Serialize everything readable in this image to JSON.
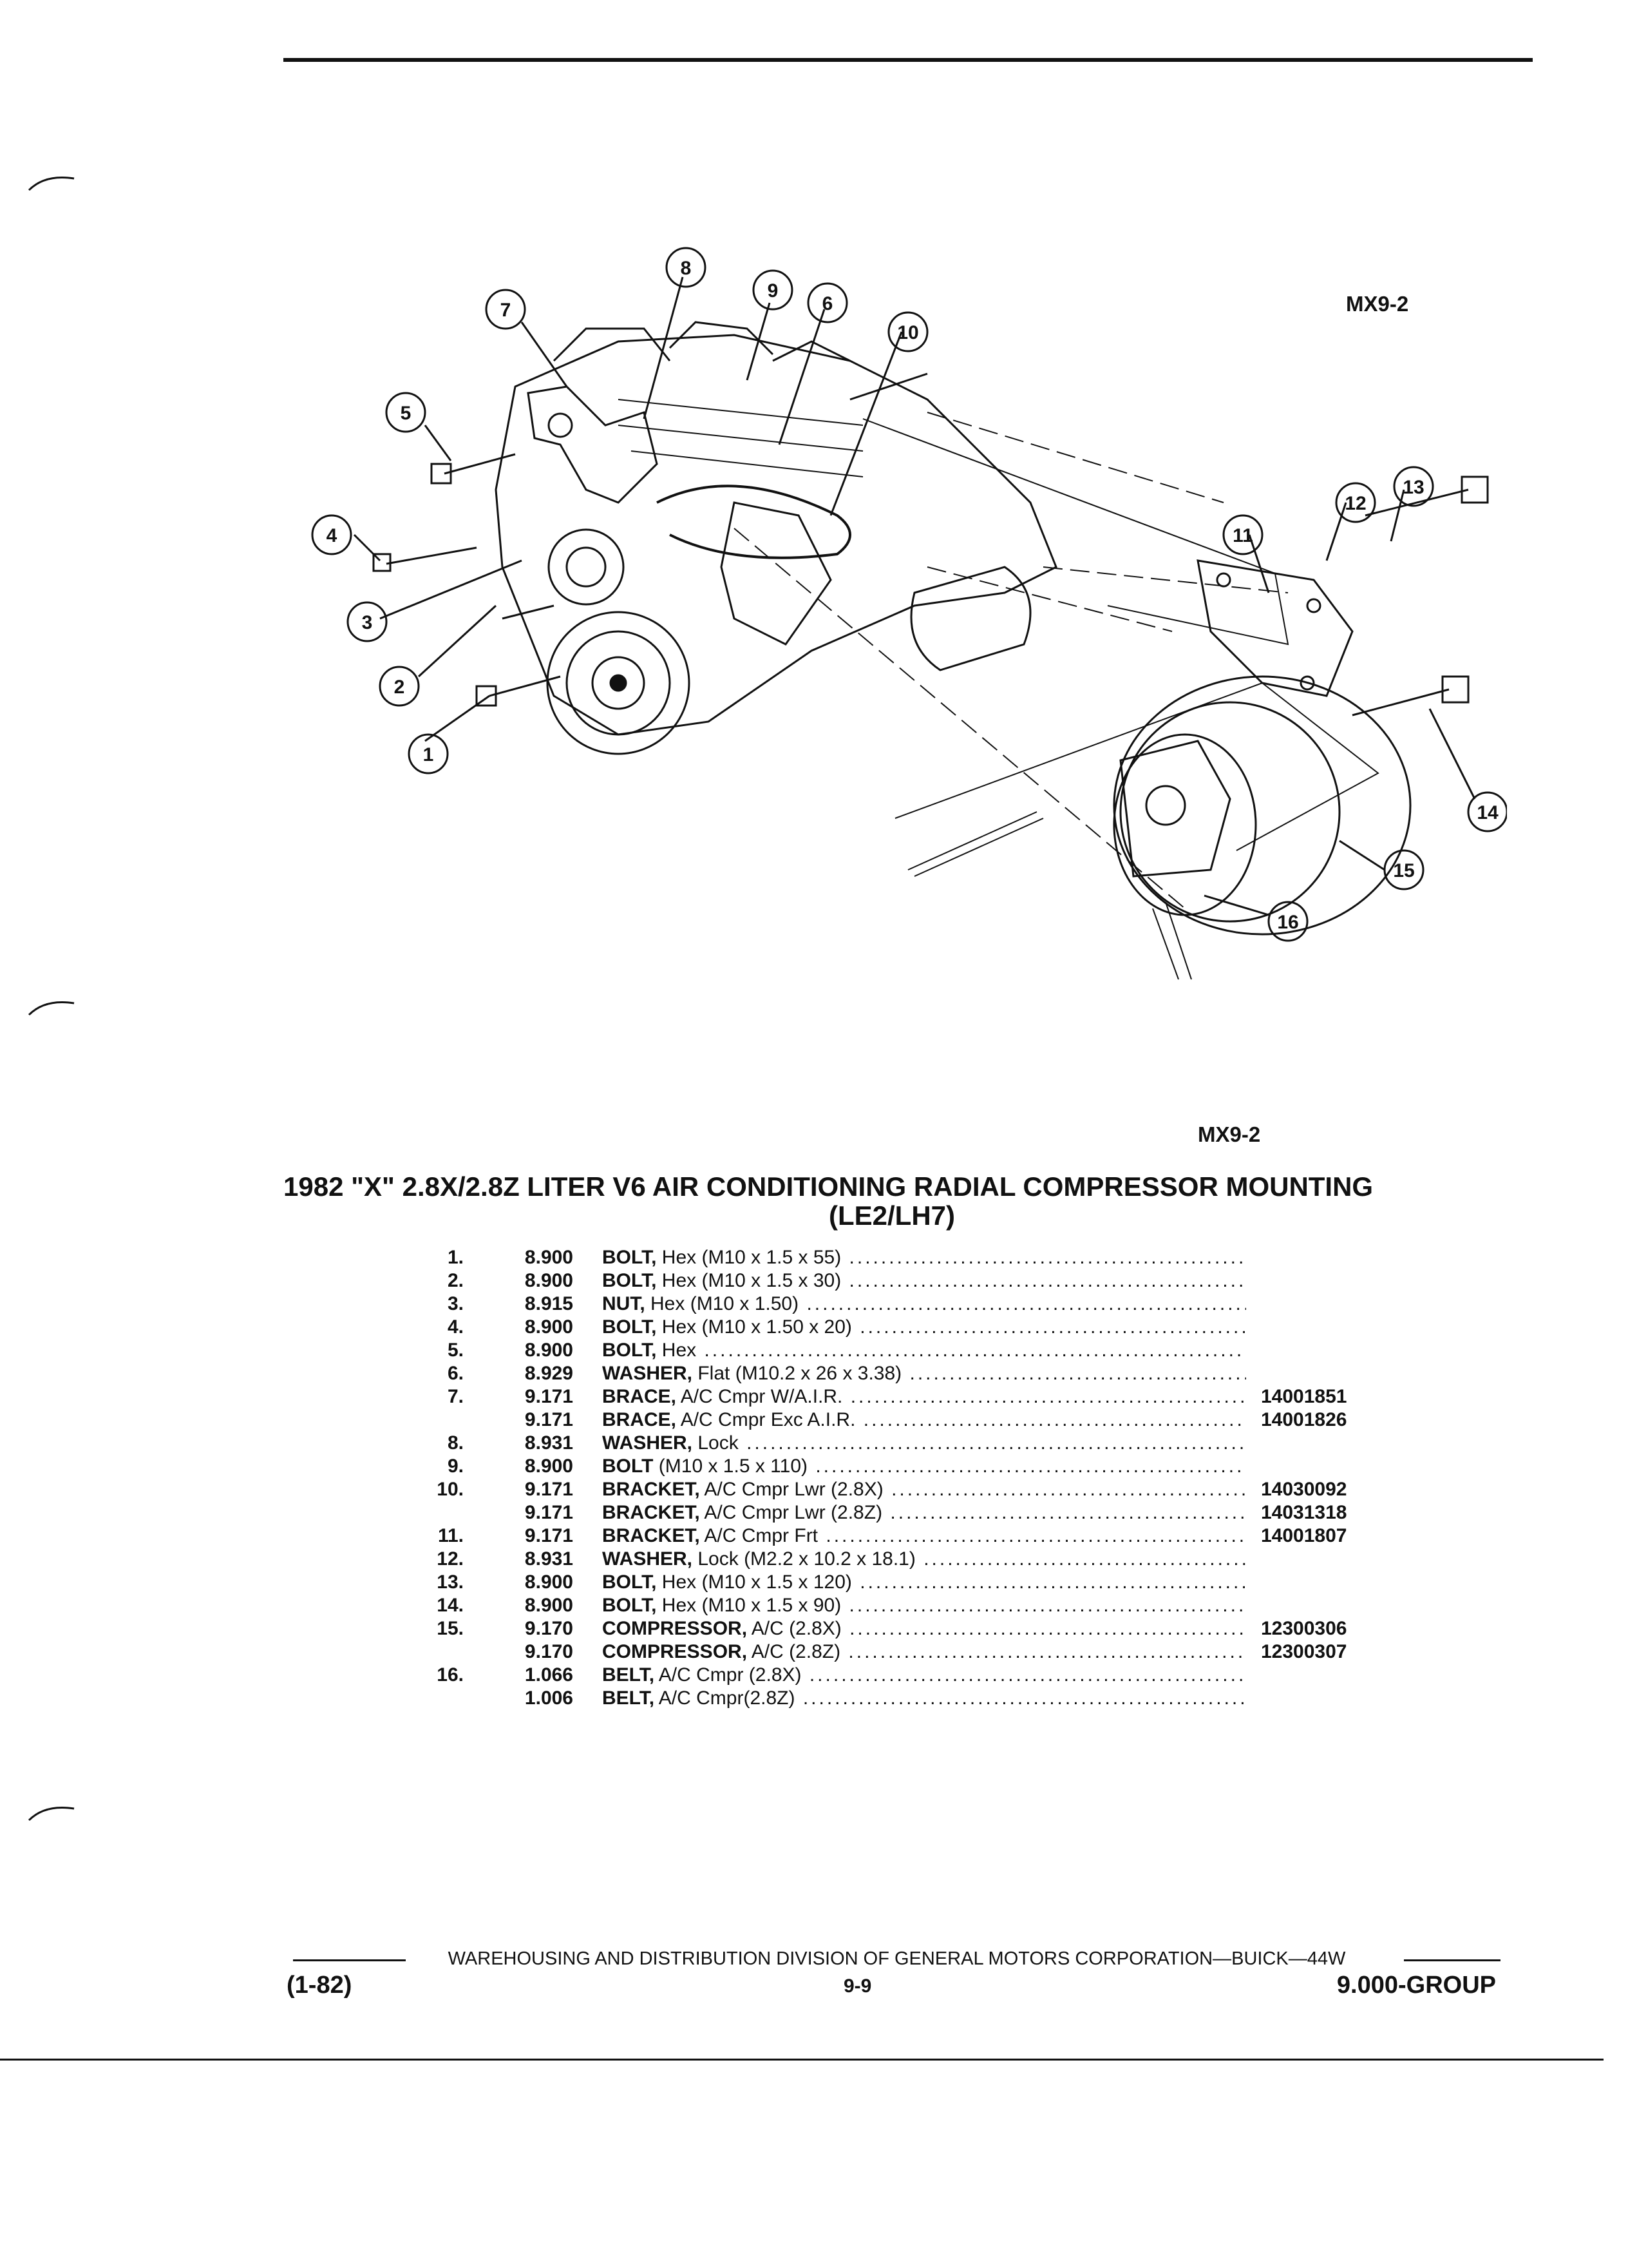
{
  "figure": {
    "code_top": "MX9-2",
    "code_bottom": "MX9-2",
    "callouts": [
      "1",
      "2",
      "3",
      "4",
      "5",
      "6",
      "7",
      "8",
      "9",
      "10",
      "11",
      "12",
      "13",
      "14",
      "15",
      "16"
    ]
  },
  "title": {
    "line1": "1982 \"X\" 2.8X/2.8Z LITER V6 AIR CONDITIONING RADIAL COMPRESSOR MOUNTING",
    "line2": "(LE2/LH7)"
  },
  "parts": [
    {
      "num": "1.",
      "group": "8.900",
      "name": "BOLT,",
      "desc": "Hex (M10 x 1.5 x 55)",
      "part": ""
    },
    {
      "num": "2.",
      "group": "8.900",
      "name": "BOLT,",
      "desc": "Hex (M10 x 1.5 x 30)",
      "part": ""
    },
    {
      "num": "3.",
      "group": "8.915",
      "name": "NUT,",
      "desc": "Hex (M10 x 1.50)",
      "part": ""
    },
    {
      "num": "4.",
      "group": "8.900",
      "name": "BOLT,",
      "desc": "Hex (M10 x 1.50 x 20)",
      "part": ""
    },
    {
      "num": "5.",
      "group": "8.900",
      "name": "BOLT,",
      "desc": "Hex",
      "part": ""
    },
    {
      "num": "6.",
      "group": "8.929",
      "name": "WASHER,",
      "desc": "Flat (M10.2 x 26 x 3.38)",
      "part": ""
    },
    {
      "num": "7.",
      "group": "9.171",
      "name": "BRACE,",
      "desc": "A/C Cmpr W/A.I.R.",
      "part": "14001851"
    },
    {
      "num": "",
      "group": "9.171",
      "name": "BRACE,",
      "desc": "A/C Cmpr Exc A.I.R.",
      "part": "14001826"
    },
    {
      "num": "8.",
      "group": "8.931",
      "name": "WASHER,",
      "desc": "Lock",
      "part": ""
    },
    {
      "num": "9.",
      "group": "8.900",
      "name": "BOLT",
      "desc": "(M10 x 1.5 x 110)",
      "part": ""
    },
    {
      "num": "10.",
      "group": "9.171",
      "name": "BRACKET,",
      "desc": "A/C Cmpr Lwr (2.8X)",
      "part": "14030092"
    },
    {
      "num": "",
      "group": "9.171",
      "name": "BRACKET,",
      "desc": "A/C Cmpr Lwr (2.8Z)",
      "part": "14031318"
    },
    {
      "num": "11.",
      "group": "9.171",
      "name": "BRACKET,",
      "desc": "A/C Cmpr Frt",
      "part": "14001807"
    },
    {
      "num": "12.",
      "group": "8.931",
      "name": "WASHER,",
      "desc": "Lock (M2.2 x 10.2 x 18.1)",
      "part": ""
    },
    {
      "num": "13.",
      "group": "8.900",
      "name": "BOLT,",
      "desc": "Hex (M10 x 1.5 x 120)",
      "part": ""
    },
    {
      "num": "14.",
      "group": "8.900",
      "name": "BOLT,",
      "desc": "Hex (M10 x 1.5 x 90)",
      "part": ""
    },
    {
      "num": "15.",
      "group": "9.170",
      "name": "COMPRESSOR,",
      "desc": "A/C (2.8X)",
      "part": "12300306"
    },
    {
      "num": "",
      "group": "9.170",
      "name": "COMPRESSOR,",
      "desc": "A/C (2.8Z)",
      "part": "12300307"
    },
    {
      "num": "16.",
      "group": "1.066",
      "name": "BELT,",
      "desc": "A/C Cmpr (2.8X)",
      "part": ""
    },
    {
      "num": "",
      "group": "1.006",
      "name": "BELT,",
      "desc": "A/C Cmpr(2.8Z)",
      "part": ""
    }
  ],
  "footer": {
    "publisher": "WAREHOUSING AND DISTRIBUTION DIVISION OF GENERAL MOTORS CORPORATION—BUICK—44W",
    "date": "(1-82)",
    "page": "9-9",
    "group": "9.000-GROUP"
  }
}
